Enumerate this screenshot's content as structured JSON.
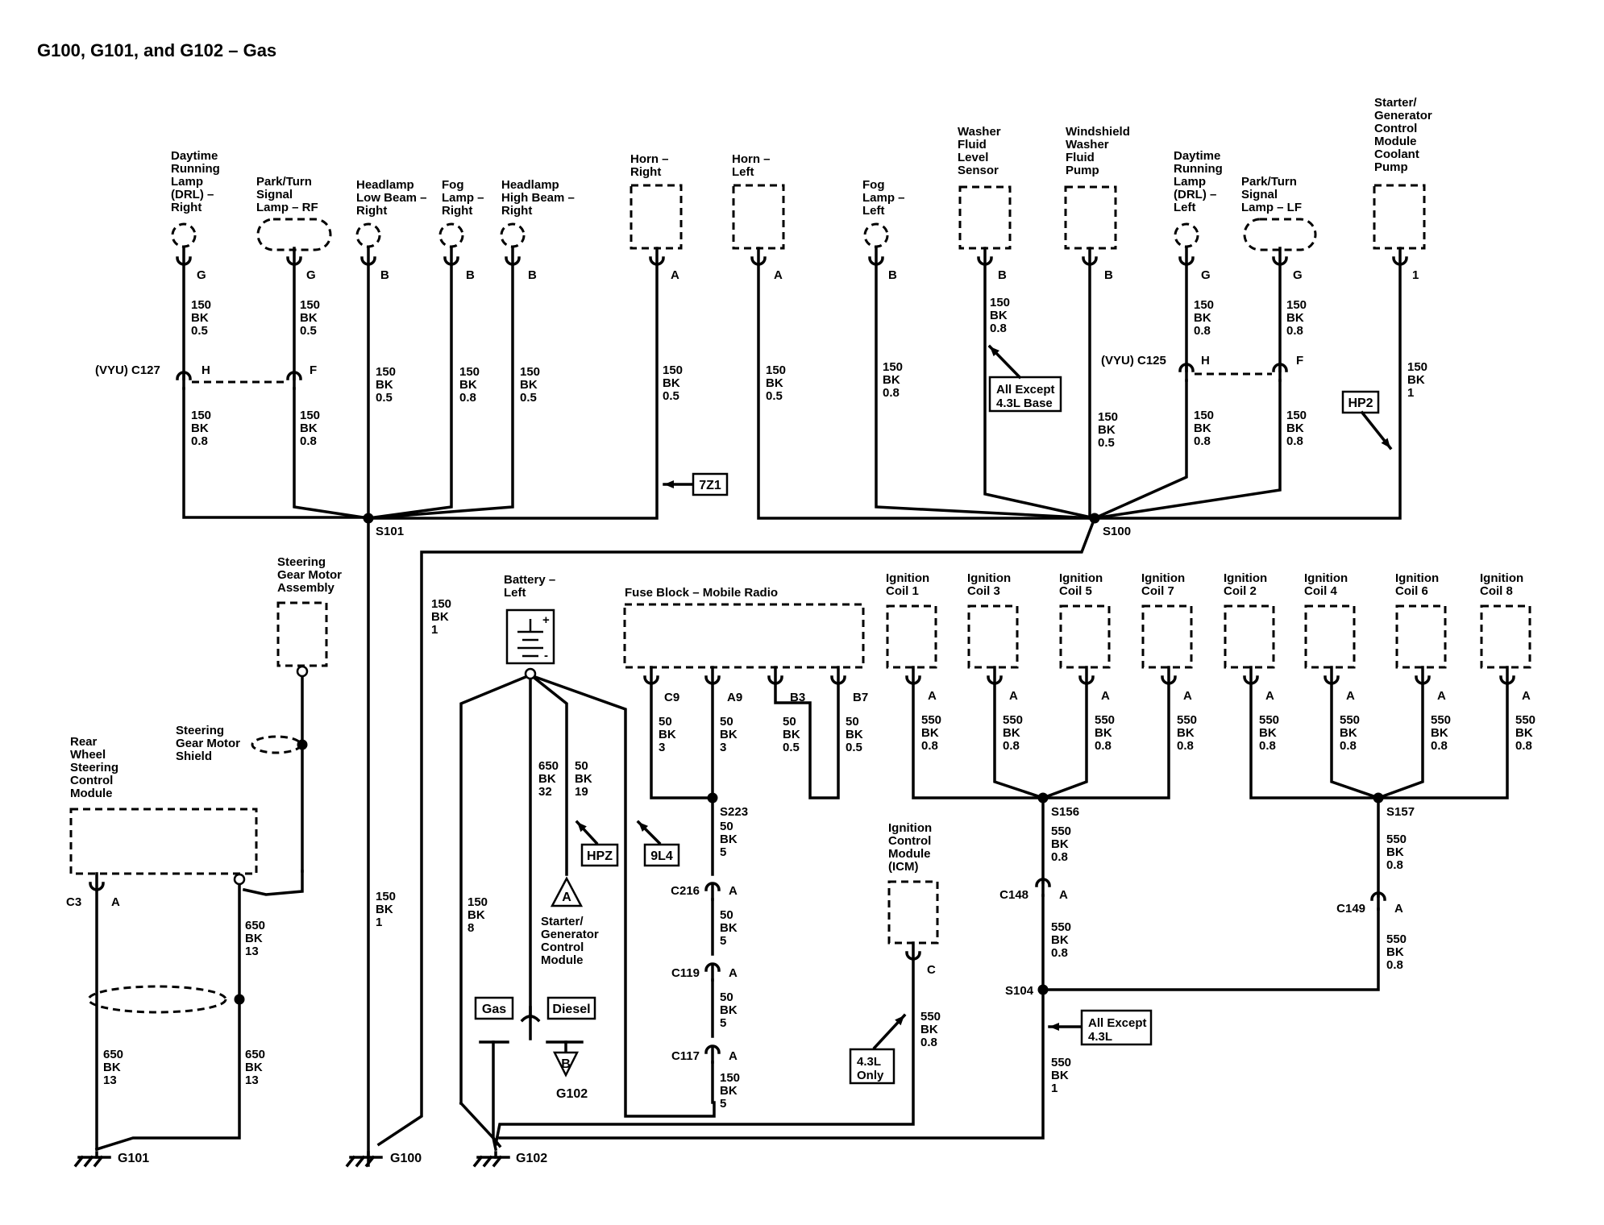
{
  "title": "G100, G101, and G102 – Gas",
  "components": [
    {
      "id": "drl-right",
      "label": [
        "Daytime",
        "Running",
        "Lamp",
        "(DRL) –",
        "Right"
      ]
    },
    {
      "id": "parkturn-rf",
      "label": [
        "Park/Turn",
        "Signal",
        "Lamp – RF"
      ]
    },
    {
      "id": "headlamp-low-right",
      "label": [
        "Headlamp",
        "Low Beam –",
        "Right"
      ]
    },
    {
      "id": "fog-right",
      "label": [
        "Fog",
        "Lamp –",
        "Right"
      ]
    },
    {
      "id": "headlamp-high-right",
      "label": [
        "Headlamp",
        "High Beam –",
        "Right"
      ]
    },
    {
      "id": "horn-right",
      "label": [
        "Horn –",
        "Right"
      ]
    },
    {
      "id": "horn-left",
      "label": [
        "Horn –",
        "Left"
      ]
    },
    {
      "id": "fog-left",
      "label": [
        "Fog",
        "Lamp –",
        "Left"
      ]
    },
    {
      "id": "washer-level",
      "label": [
        "Washer",
        "Fluid",
        "Level",
        "Sensor"
      ]
    },
    {
      "id": "washer-pump",
      "label": [
        "Windshield",
        "Washer",
        "Fluid",
        "Pump"
      ]
    },
    {
      "id": "drl-left",
      "label": [
        "Daytime",
        "Running",
        "Lamp",
        "(DRL) –",
        "Left"
      ]
    },
    {
      "id": "parkturn-lf",
      "label": [
        "Park/Turn",
        "Signal",
        "Lamp – LF"
      ]
    },
    {
      "id": "sgcm-pump",
      "label": [
        "Starter/",
        "Generator",
        "Control",
        "Module",
        "Coolant",
        "Pump"
      ]
    },
    {
      "id": "steering-motor",
      "label": [
        "Steering",
        "Gear Motor",
        "Assembly"
      ]
    },
    {
      "id": "steering-shield",
      "label": [
        "Steering",
        "Gear Motor",
        "Shield"
      ]
    },
    {
      "id": "rwscm",
      "label": [
        "Rear",
        "Wheel",
        "Steering",
        "Control",
        "Module"
      ]
    },
    {
      "id": "battery-left",
      "label": [
        "Battery –",
        "Left"
      ]
    },
    {
      "id": "fuse-block",
      "label": [
        "Fuse Block – Mobile Radio"
      ]
    },
    {
      "id": "coil1",
      "label": [
        "Ignition",
        "Coil 1"
      ]
    },
    {
      "id": "coil3",
      "label": [
        "Ignition",
        "Coil 3"
      ]
    },
    {
      "id": "coil5",
      "label": [
        "Ignition",
        "Coil 5"
      ]
    },
    {
      "id": "coil7",
      "label": [
        "Ignition",
        "Coil 7"
      ]
    },
    {
      "id": "coil2",
      "label": [
        "Ignition",
        "Coil 2"
      ]
    },
    {
      "id": "coil4",
      "label": [
        "Ignition",
        "Coil 4"
      ]
    },
    {
      "id": "coil6",
      "label": [
        "Ignition",
        "Coil 6"
      ]
    },
    {
      "id": "coil8",
      "label": [
        "Ignition",
        "Coil 8"
      ]
    },
    {
      "id": "icm",
      "label": [
        "Ignition",
        "Control",
        "Module",
        "(ICM)"
      ]
    },
    {
      "id": "sgcm",
      "label": [
        "Starter/",
        "Generator",
        "Control",
        "Module"
      ]
    }
  ],
  "pins": [
    {
      "id": "p-drl-r",
      "text": "G"
    },
    {
      "id": "p-pt-rf",
      "text": "G"
    },
    {
      "id": "p-hl-low",
      "text": "B"
    },
    {
      "id": "p-fog-r",
      "text": "B"
    },
    {
      "id": "p-hl-high",
      "text": "B"
    },
    {
      "id": "p-horn-r",
      "text": "A"
    },
    {
      "id": "p-horn-l",
      "text": "A"
    },
    {
      "id": "p-fog-l",
      "text": "B"
    },
    {
      "id": "p-washer-lvl",
      "text": "B"
    },
    {
      "id": "p-washer-pump",
      "text": "B"
    },
    {
      "id": "p-drl-l",
      "text": "G"
    },
    {
      "id": "p-pt-lf",
      "text": "G"
    },
    {
      "id": "p-sgcm-pump",
      "text": "1"
    },
    {
      "id": "p-c127-h",
      "text": "H"
    },
    {
      "id": "p-c127-f",
      "text": "F"
    },
    {
      "id": "p-c125-h",
      "text": "H"
    },
    {
      "id": "p-c125-f",
      "text": "F"
    },
    {
      "id": "p-c9",
      "text": "C9"
    },
    {
      "id": "p-a9",
      "text": "A9"
    },
    {
      "id": "p-b3",
      "text": "B3"
    },
    {
      "id": "p-b7",
      "text": "B7"
    },
    {
      "id": "p-coil1",
      "text": "A"
    },
    {
      "id": "p-coil3",
      "text": "A"
    },
    {
      "id": "p-coil5",
      "text": "A"
    },
    {
      "id": "p-coil7",
      "text": "A"
    },
    {
      "id": "p-coil2",
      "text": "A"
    },
    {
      "id": "p-coil4",
      "text": "A"
    },
    {
      "id": "p-coil6",
      "text": "A"
    },
    {
      "id": "p-coil8",
      "text": "A"
    },
    {
      "id": "p-icm",
      "text": "C"
    },
    {
      "id": "p-c3",
      "text": "A"
    },
    {
      "id": "p-c216",
      "text": "A"
    },
    {
      "id": "p-c119",
      "text": "A"
    },
    {
      "id": "p-c117",
      "text": "A"
    },
    {
      "id": "p-c148",
      "text": "A"
    },
    {
      "id": "p-c149",
      "text": "A"
    }
  ],
  "connectors": [
    {
      "id": "c127",
      "text": "(VYU) C127"
    },
    {
      "id": "c125",
      "text": "(VYU) C125"
    },
    {
      "id": "c3",
      "text": "C3"
    },
    {
      "id": "c216",
      "text": "C216"
    },
    {
      "id": "c119",
      "text": "C119"
    },
    {
      "id": "c117",
      "text": "C117"
    },
    {
      "id": "c148",
      "text": "C148"
    },
    {
      "id": "c149",
      "text": "C149"
    }
  ],
  "splices": [
    {
      "id": "s101",
      "text": "S101"
    },
    {
      "id": "s100",
      "text": "S100"
    },
    {
      "id": "s223",
      "text": "S223"
    },
    {
      "id": "s156",
      "text": "S156"
    },
    {
      "id": "s157",
      "text": "S157"
    },
    {
      "id": "s104",
      "text": "S104"
    }
  ],
  "grounds": [
    {
      "id": "g101",
      "text": "G101"
    },
    {
      "id": "g100",
      "text": "G100"
    },
    {
      "id": "g102",
      "text": "G102"
    },
    {
      "id": "g102b",
      "text": "G102"
    }
  ],
  "wires": [
    {
      "id": "w1",
      "lines": [
        "150",
        "BK",
        "0.5"
      ]
    },
    {
      "id": "w2",
      "lines": [
        "150",
        "BK",
        "0.8"
      ]
    },
    {
      "id": "w3",
      "lines": [
        "150",
        "BK",
        "0.5"
      ]
    },
    {
      "id": "w4",
      "lines": [
        "150",
        "BK",
        "0.8"
      ]
    },
    {
      "id": "w5",
      "lines": [
        "150",
        "BK",
        "0.5"
      ]
    },
    {
      "id": "w6",
      "lines": [
        "150",
        "BK",
        "0.8"
      ]
    },
    {
      "id": "w7",
      "lines": [
        "150",
        "BK",
        "0.5"
      ]
    },
    {
      "id": "w8",
      "lines": [
        "150",
        "BK",
        "0.5"
      ]
    },
    {
      "id": "w9",
      "lines": [
        "150",
        "BK",
        "0.5"
      ]
    },
    {
      "id": "w10",
      "lines": [
        "150",
        "BK",
        "0.8"
      ]
    },
    {
      "id": "w11",
      "lines": [
        "150",
        "BK",
        "0.8"
      ]
    },
    {
      "id": "w12",
      "lines": [
        "150",
        "BK",
        "0.5"
      ]
    },
    {
      "id": "w13",
      "lines": [
        "150",
        "BK",
        "0.8"
      ]
    },
    {
      "id": "w14",
      "lines": [
        "150",
        "BK",
        "0.8"
      ]
    },
    {
      "id": "w15",
      "lines": [
        "150",
        "BK",
        "0.8"
      ]
    },
    {
      "id": "w16",
      "lines": [
        "150",
        "BK",
        "0.8"
      ]
    },
    {
      "id": "w17",
      "lines": [
        "150",
        "BK",
        "1"
      ]
    },
    {
      "id": "w18",
      "lines": [
        "150",
        "BK",
        "1"
      ]
    },
    {
      "id": "w19",
      "lines": [
        "150",
        "BK",
        "1"
      ]
    },
    {
      "id": "w20",
      "lines": [
        "150",
        "BK",
        "8"
      ]
    },
    {
      "id": "w21",
      "lines": [
        "650",
        "BK",
        "32"
      ]
    },
    {
      "id": "w22",
      "lines": [
        "50",
        "BK",
        "19"
      ]
    },
    {
      "id": "w23",
      "lines": [
        "50",
        "BK",
        "3"
      ]
    },
    {
      "id": "w24",
      "lines": [
        "50",
        "BK",
        "3"
      ]
    },
    {
      "id": "w25",
      "lines": [
        "50",
        "BK",
        "0.5"
      ]
    },
    {
      "id": "w26",
      "lines": [
        "50",
        "BK",
        "0.5"
      ]
    },
    {
      "id": "w27",
      "lines": [
        "50",
        "BK",
        "5"
      ]
    },
    {
      "id": "w28",
      "lines": [
        "50",
        "BK",
        "5"
      ]
    },
    {
      "id": "w29",
      "lines": [
        "50",
        "BK",
        "5"
      ]
    },
    {
      "id": "w30",
      "lines": [
        "150",
        "BK",
        "5"
      ]
    },
    {
      "id": "w31",
      "lines": [
        "550",
        "BK",
        "0.8"
      ]
    },
    {
      "id": "w32",
      "lines": [
        "550",
        "BK",
        "0.8"
      ]
    },
    {
      "id": "w33",
      "lines": [
        "550",
        "BK",
        "0.8"
      ]
    },
    {
      "id": "w34",
      "lines": [
        "550",
        "BK",
        "0.8"
      ]
    },
    {
      "id": "w35",
      "lines": [
        "550",
        "BK",
        "0.8"
      ]
    },
    {
      "id": "w36",
      "lines": [
        "550",
        "BK",
        "0.8"
      ]
    },
    {
      "id": "w37",
      "lines": [
        "550",
        "BK",
        "0.8"
      ]
    },
    {
      "id": "w38",
      "lines": [
        "550",
        "BK",
        "0.8"
      ]
    },
    {
      "id": "w39",
      "lines": [
        "550",
        "BK",
        "0.8"
      ]
    },
    {
      "id": "w40",
      "lines": [
        "550",
        "BK",
        "0.8"
      ]
    },
    {
      "id": "w41",
      "lines": [
        "550",
        "BK",
        "0.8"
      ]
    },
    {
      "id": "w42",
      "lines": [
        "550",
        "BK",
        "0.8"
      ]
    },
    {
      "id": "w43",
      "lines": [
        "550",
        "BK",
        "0.8"
      ]
    },
    {
      "id": "w44",
      "lines": [
        "550",
        "BK",
        "1"
      ]
    },
    {
      "id": "w45",
      "lines": [
        "650",
        "BK",
        "13"
      ]
    },
    {
      "id": "w46",
      "lines": [
        "650",
        "BK",
        "13"
      ]
    },
    {
      "id": "w47",
      "lines": [
        "650",
        "BK",
        "13"
      ]
    }
  ],
  "tags": [
    {
      "id": "tag-7z1",
      "text": "7Z1"
    },
    {
      "id": "tag-hp2",
      "text": "HP2"
    },
    {
      "id": "tag-hpz",
      "text": "HPZ"
    },
    {
      "id": "tag-9l4",
      "text": "9L4"
    },
    {
      "id": "tag-all-except-43-base",
      "lines": [
        "All Except",
        "4.3L Base"
      ]
    },
    {
      "id": "tag-all-except-43",
      "lines": [
        "All Except",
        "4.3L"
      ]
    },
    {
      "id": "tag-43-only",
      "lines": [
        "4.3L",
        "Only"
      ]
    },
    {
      "id": "tag-gas",
      "text": "Gas"
    },
    {
      "id": "tag-diesel",
      "text": "Diesel"
    }
  ],
  "offpage": [
    {
      "id": "ref-a",
      "text": "A"
    },
    {
      "id": "ref-b",
      "text": "B"
    }
  ]
}
